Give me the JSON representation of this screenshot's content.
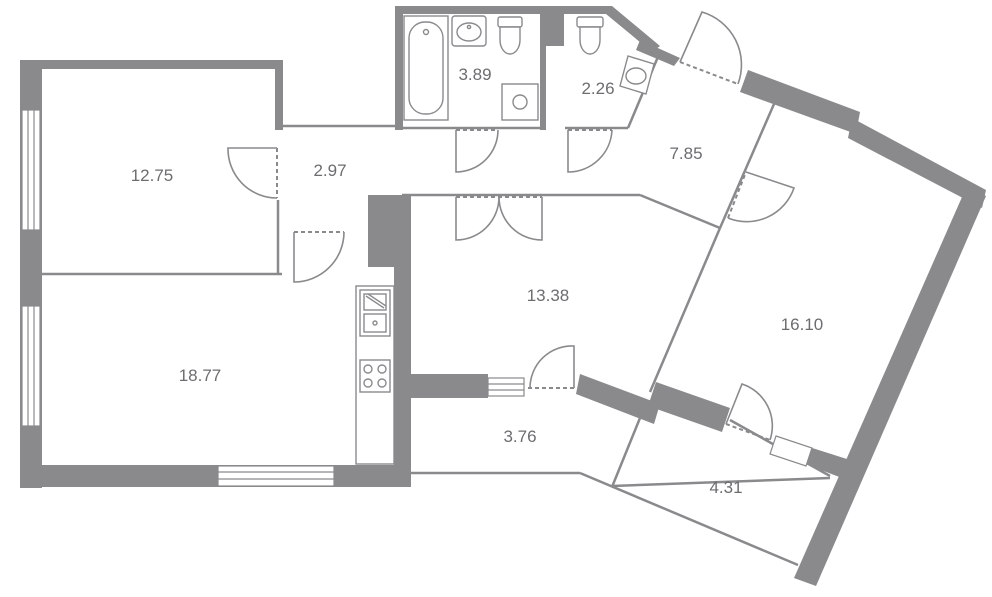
{
  "rooms": [
    {
      "id": "bedroom",
      "area": "12.75"
    },
    {
      "id": "living-kitchen",
      "area": "18.77"
    },
    {
      "id": "hall",
      "area": "2.97"
    },
    {
      "id": "bathroom",
      "area": "3.89"
    },
    {
      "id": "toilet",
      "area": "2.26"
    },
    {
      "id": "corridor",
      "area": "7.85"
    },
    {
      "id": "room-center",
      "area": "13.38"
    },
    {
      "id": "room-right",
      "area": "16.10"
    },
    {
      "id": "balcony-left",
      "area": "3.76"
    },
    {
      "id": "balcony-right",
      "area": "4.31"
    }
  ],
  "colors": {
    "wall": "#8a8a8d",
    "label": "#6d6d70",
    "background": "#ffffff"
  }
}
